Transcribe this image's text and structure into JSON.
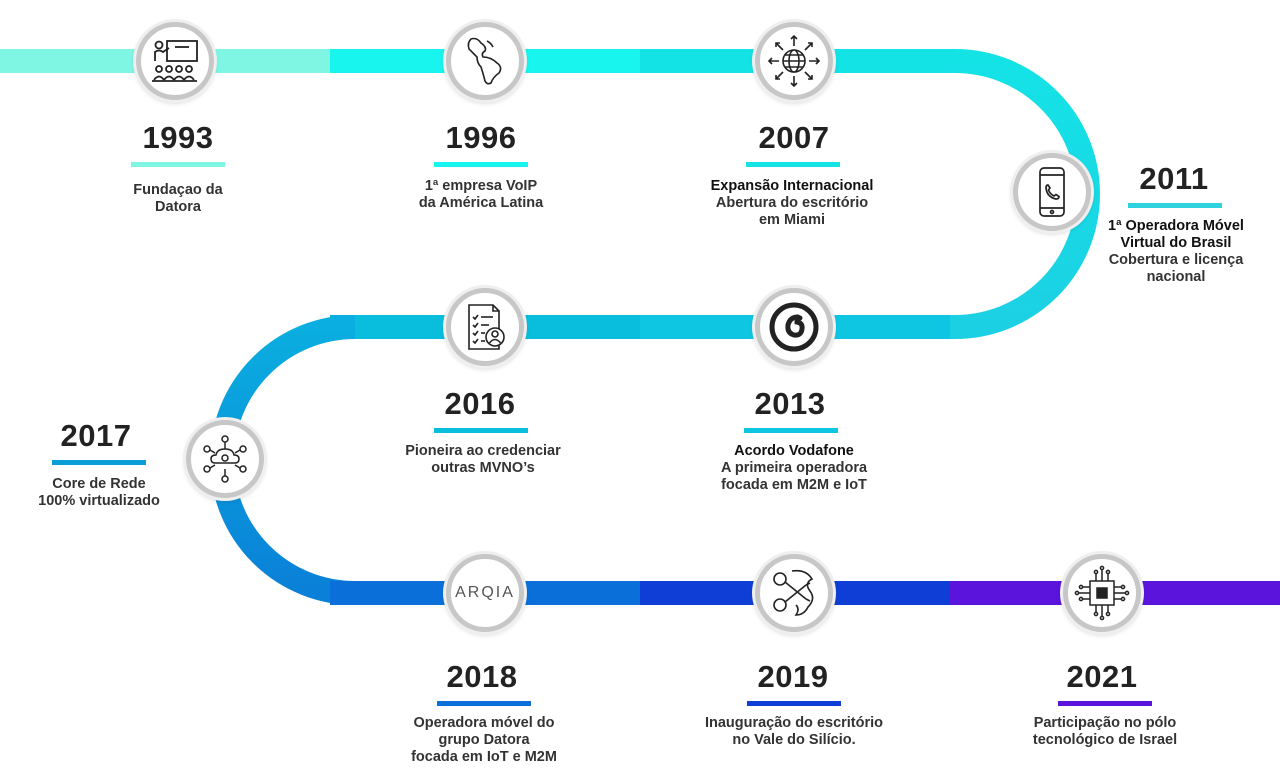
{
  "colors": {
    "seg_1993": "#7ff5e3",
    "seg_1996": "#18f5ef",
    "seg_2007": "#14e3e6",
    "seg_curve1": "#2fd3df",
    "seg_mid": "#0ec6e2",
    "seg_2016": "#09bedc",
    "seg_curve2": "#0a9ed8",
    "seg_2018": "#0a6fd8",
    "seg_2019": "#0f3ed6",
    "seg_2021": "#5a14dc"
  },
  "milestones": [
    {
      "id": "1993",
      "year": "1993",
      "icon": "classroom-icon",
      "lines": [
        "Fundaçao da",
        "Datora"
      ],
      "bold_lines": 0,
      "accent": "#7ff5e3"
    },
    {
      "id": "1996",
      "year": "1996",
      "icon": "latin-america-map-icon",
      "lines": [
        "1ª empresa VoIP",
        "da América Latina"
      ],
      "bold_lines": 0,
      "accent": "#18f5ef"
    },
    {
      "id": "2007",
      "year": "2007",
      "icon": "globe-expansion-icon",
      "lines": [
        "Expansão Internacional",
        "Abertura do escritório",
        "em Miami"
      ],
      "bold_lines": 1,
      "accent": "#14e3e6"
    },
    {
      "id": "2011",
      "year": "2011",
      "icon": "smartphone-call-icon",
      "lines": [
        "1ª Operadora Móvel",
        "Virtual do Brasil",
        "Cobertura e licença",
        "nacional"
      ],
      "bold_lines": 2,
      "accent": "#2fd3df"
    },
    {
      "id": "2013",
      "year": "2013",
      "icon": "vodafone-logo-icon",
      "lines": [
        "Acordo Vodafone",
        "A primeira operadora",
        "focada em M2M e IoT"
      ],
      "bold_lines": 1,
      "accent": "#0ec6e2"
    },
    {
      "id": "2016",
      "year": "2016",
      "icon": "credential-checklist-icon",
      "lines": [
        "Pioneira ao credenciar",
        "outras MVNO’s"
      ],
      "bold_lines": 0,
      "accent": "#09bedc"
    },
    {
      "id": "2017",
      "year": "2017",
      "icon": "network-core-icon",
      "lines": [
        "Core de Rede",
        "100% virtualizado"
      ],
      "bold_lines": 0,
      "accent": "#0a9ed8"
    },
    {
      "id": "2018",
      "year": "2018",
      "icon": "arqia-logo-icon",
      "logo_text": "ARQIA",
      "lines": [
        "Operadora móvel do",
        "grupo Datora",
        "focada em IoT e M2M"
      ],
      "bold_lines": 0,
      "accent": "#0a6fd8"
    },
    {
      "id": "2019",
      "year": "2019",
      "icon": "silicon-valley-icon",
      "lines": [
        "Inauguração do escritório",
        "no Vale do Silício."
      ],
      "bold_lines": 0,
      "accent": "#0f3ed6"
    },
    {
      "id": "2021",
      "year": "2021",
      "icon": "microchip-icon",
      "lines": [
        "Participação no pólo",
        "tecnológico de Israel"
      ],
      "bold_lines": 0,
      "accent": "#5a14dc"
    }
  ]
}
